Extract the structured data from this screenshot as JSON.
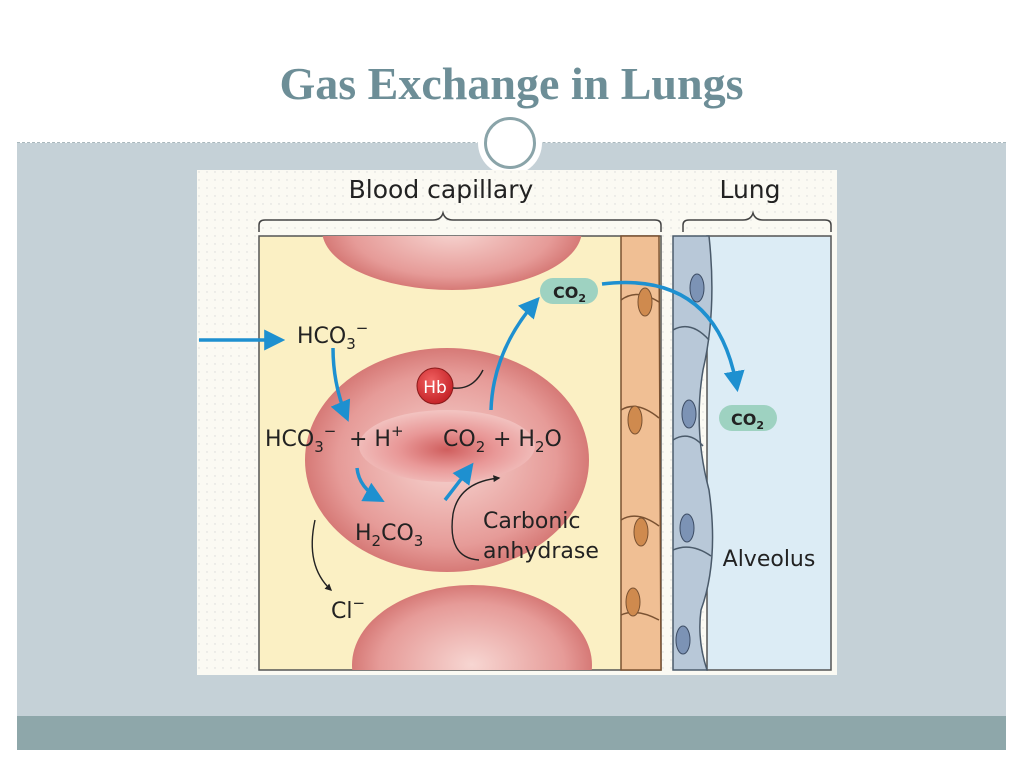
{
  "slide": {
    "title": "Gas Exchange in Lungs"
  },
  "diagram": {
    "header_left": "Blood capillary",
    "header_right": "Lung",
    "labels": {
      "hco3_in": {
        "base": "HCO",
        "sub": "3",
        "sup": "−"
      },
      "reaction_left_a": {
        "base": "HCO",
        "sub": "3",
        "sup": "−"
      },
      "reaction_left_b": "+ H",
      "reaction_left_b_sup": "+",
      "reaction_right_a": {
        "base": "CO",
        "sub": "2"
      },
      "reaction_right_b": {
        "base": "+ H",
        "sub": "2",
        "tail": "O"
      },
      "h2co3": {
        "a": "H",
        "a_sub": "2",
        "b": "CO",
        "b_sub": "3"
      },
      "hb": "Hb",
      "enzyme_line1": "Carbonic",
      "enzyme_line2": "anhydrase",
      "chloride": {
        "base": "Cl",
        "sup": "−"
      },
      "co2_top": {
        "base": "CO",
        "sub": "2"
      },
      "co2_lung": {
        "base": "CO",
        "sub": "2"
      },
      "alveolus": "Alveolus"
    }
  },
  "colors": {
    "title": "#6d8e97",
    "content_band": "#c5d1d7",
    "footer_band": "#8ea7aa",
    "arrow": "#1e90d0",
    "plasma": "#fbf0c4",
    "alveolus": "#dcecf5",
    "red_cell": "#e58f8f",
    "capillary_cell": "#f0bf94",
    "epithelium": "#b8c8d8"
  }
}
